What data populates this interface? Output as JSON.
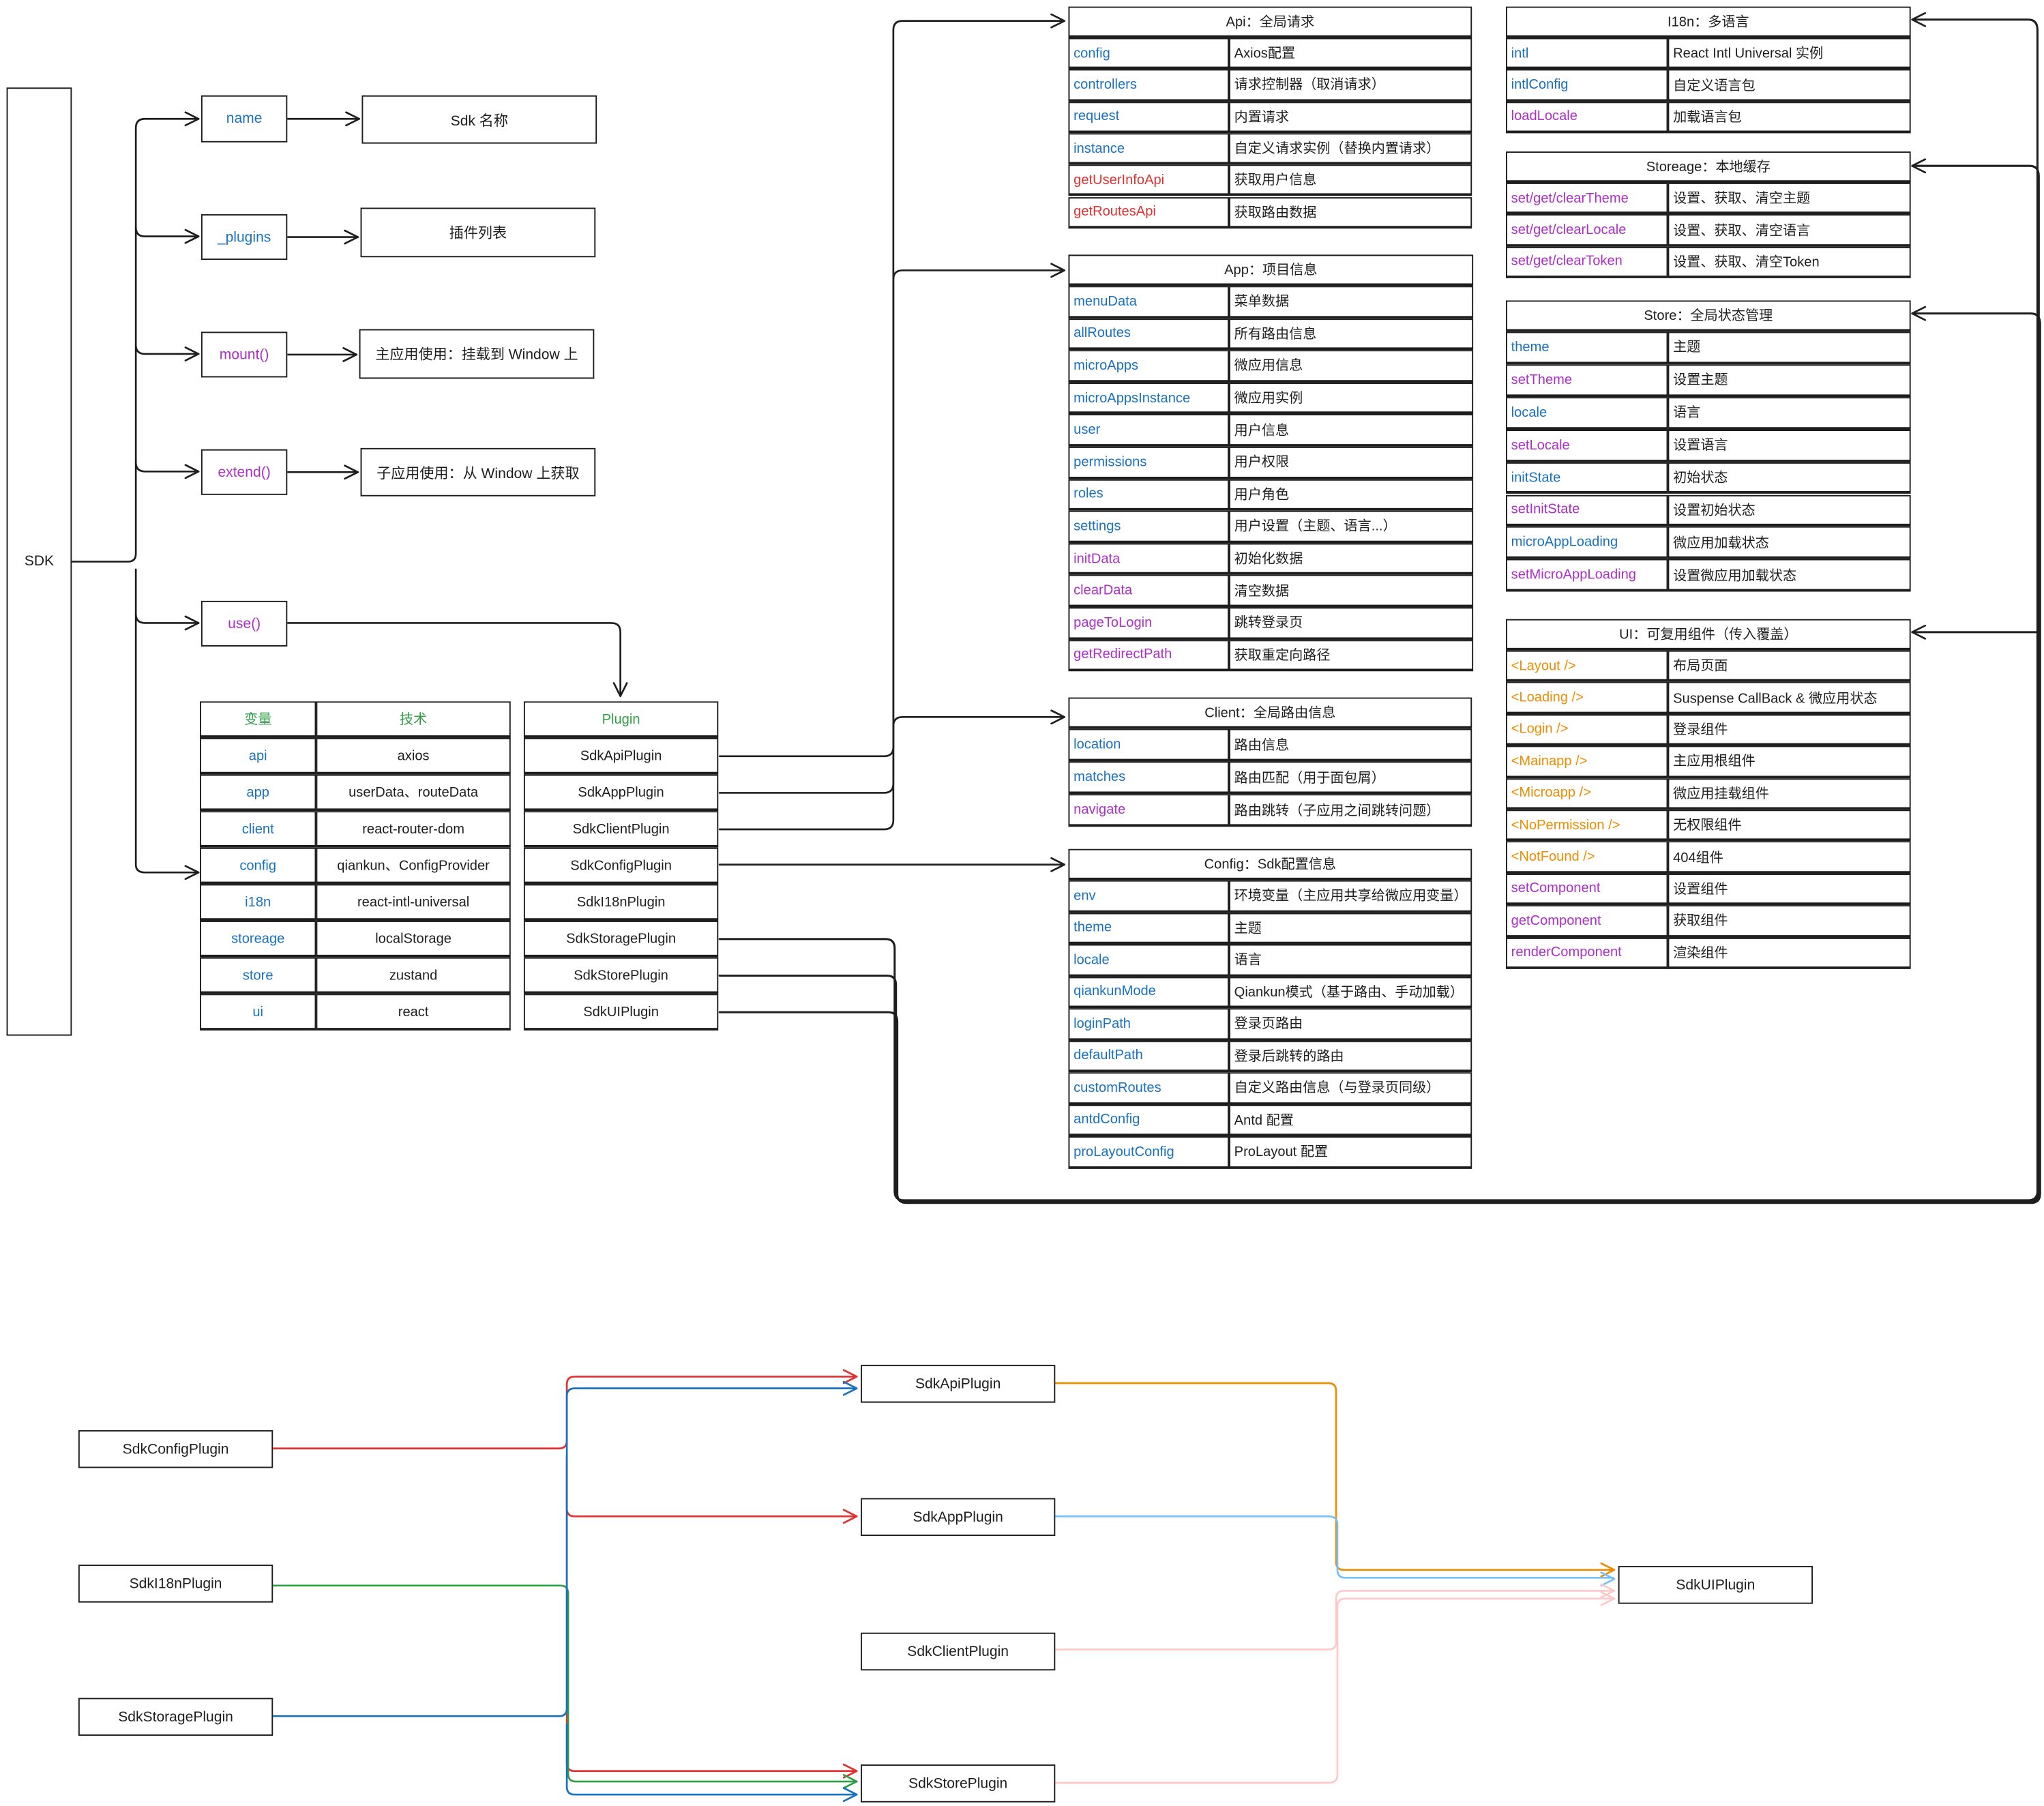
{
  "colors": {
    "blue": "#1971c2",
    "purple": "#ae2fc8",
    "red": "#e03131",
    "orange": "#f08c00",
    "green": "#2f9e44",
    "dark": "#1e1e1e",
    "lightblue": "#74c0fc",
    "pink": "#ffc9c9"
  },
  "sdk": {
    "label": "SDK"
  },
  "props": [
    {
      "name": "name",
      "color": "blue",
      "desc": "Sdk 名称"
    },
    {
      "name": "_plugins",
      "color": "blue",
      "desc": "插件列表"
    },
    {
      "name": "mount()",
      "color": "purple",
      "desc": "主应用使用：挂载到 Window 上"
    },
    {
      "name": "extend()",
      "color": "purple",
      "desc": "子应用使用：从 Window 上获取"
    },
    {
      "name": "use()",
      "color": "purple"
    }
  ],
  "vars_table": {
    "headers": {
      "var": "变量",
      "tech": "技术"
    },
    "header_color": "green",
    "rows": [
      {
        "var": "api",
        "tech": "axios"
      },
      {
        "var": "app",
        "tech": "userData、routeData"
      },
      {
        "var": "client",
        "tech": "react-router-dom"
      },
      {
        "var": "config",
        "tech": "qiankun、ConfigProvider"
      },
      {
        "var": "i18n",
        "tech": "react-intl-universal"
      },
      {
        "var": "storeage",
        "tech": "localStorage"
      },
      {
        "var": "store",
        "tech": "zustand"
      },
      {
        "var": "ui",
        "tech": "react"
      }
    ]
  },
  "plugins_table": {
    "header": "Plugin",
    "rows": [
      "SdkApiPlugin",
      "SdkAppPlugin",
      "SdkClientPlugin",
      "SdkConfigPlugin",
      "SdkI18nPlugin",
      "SdkStoragePlugin",
      "SdkStorePlugin",
      "SdkUIPlugin"
    ]
  },
  "tables": {
    "api": {
      "title": "Api：全局请求",
      "rows": [
        {
          "k": "config",
          "c": "blue",
          "v": "Axios配置"
        },
        {
          "k": "controllers",
          "c": "blue",
          "v": "请求控制器（取消请求）"
        },
        {
          "k": "request",
          "c": "blue",
          "v": "内置请求"
        },
        {
          "k": "instance",
          "c": "blue",
          "v": "自定义请求实例（替换内置请求）"
        },
        {
          "k": "getUserInfoApi",
          "c": "red",
          "v": "获取用户信息"
        },
        {
          "k": "getRoutesApi",
          "c": "red",
          "v": "获取路由数据"
        }
      ]
    },
    "app": {
      "title": "App：项目信息",
      "rows": [
        {
          "k": "menuData",
          "c": "blue",
          "v": "菜单数据"
        },
        {
          "k": "allRoutes",
          "c": "blue",
          "v": "所有路由信息"
        },
        {
          "k": "microApps",
          "c": "blue",
          "v": "微应用信息"
        },
        {
          "k": "microAppsInstance",
          "c": "blue",
          "v": "微应用实例"
        },
        {
          "k": "user",
          "c": "blue",
          "v": "用户信息"
        },
        {
          "k": "permissions",
          "c": "blue",
          "v": "用户权限"
        },
        {
          "k": "roles",
          "c": "blue",
          "v": "用户角色"
        },
        {
          "k": "settings",
          "c": "blue",
          "v": "用户设置（主题、语言...）"
        },
        {
          "k": "initData",
          "c": "purple",
          "v": "初始化数据"
        },
        {
          "k": "clearData",
          "c": "purple",
          "v": "清空数据"
        },
        {
          "k": "pageToLogin",
          "c": "purple",
          "v": "跳转登录页"
        },
        {
          "k": "getRedirectPath",
          "c": "purple",
          "v": "获取重定向路径"
        }
      ]
    },
    "client": {
      "title": "Client：全局路由信息",
      "rows": [
        {
          "k": "location",
          "c": "blue",
          "v": "路由信息"
        },
        {
          "k": "matches",
          "c": "blue",
          "v": "路由匹配（用于面包屑）"
        },
        {
          "k": "navigate",
          "c": "purple",
          "v": "路由跳转（子应用之间跳转问题）"
        }
      ]
    },
    "config": {
      "title": "Config：Sdk配置信息",
      "rows": [
        {
          "k": "env",
          "c": "blue",
          "v": "环境变量（主应用共享给微应用变量）"
        },
        {
          "k": "theme",
          "c": "blue",
          "v": "主题"
        },
        {
          "k": "locale",
          "c": "blue",
          "v": "语言"
        },
        {
          "k": "qiankunMode",
          "c": "blue",
          "v": "Qiankun模式（基于路由、手动加载）"
        },
        {
          "k": "loginPath",
          "c": "blue",
          "v": "登录页路由"
        },
        {
          "k": "defaultPath",
          "c": "blue",
          "v": "登录后跳转的路由"
        },
        {
          "k": "customRoutes",
          "c": "blue",
          "v": "自定义路由信息（与登录页同级）"
        },
        {
          "k": "antdConfig",
          "c": "blue",
          "v": "Antd 配置"
        },
        {
          "k": "proLayoutConfig",
          "c": "blue",
          "v": "ProLayout 配置"
        }
      ]
    },
    "i18n": {
      "title": "I18n：多语言",
      "rows": [
        {
          "k": "intl",
          "c": "blue",
          "v": "React Intl Universal 实例"
        },
        {
          "k": "intlConfig",
          "c": "blue",
          "v": "自定义语言包"
        },
        {
          "k": "loadLocale",
          "c": "purple",
          "v": "加载语言包"
        }
      ]
    },
    "storage": {
      "title": "Storeage：本地缓存",
      "rows": [
        {
          "k": "set/get/clearTheme",
          "c": "purple",
          "v": "设置、获取、清空主题"
        },
        {
          "k": "set/get/clearLocale",
          "c": "purple",
          "v": "设置、获取、清空语言"
        },
        {
          "k": "set/get/clearToken",
          "c": "purple",
          "v": "设置、获取、清空Token"
        }
      ]
    },
    "store": {
      "title": "Store：全局状态管理",
      "rows": [
        {
          "k": "theme",
          "c": "blue",
          "v": "主题"
        },
        {
          "k": "setTheme",
          "c": "purple",
          "v": "设置主题"
        },
        {
          "k": "locale",
          "c": "blue",
          "v": "语言"
        },
        {
          "k": "setLocale",
          "c": "purple",
          "v": "设置语言"
        },
        {
          "k": "initState",
          "c": "blue",
          "v": "初始状态"
        },
        {
          "k": "setInitState",
          "c": "purple",
          "v": "设置初始状态"
        },
        {
          "k": "microAppLoading",
          "c": "blue",
          "v": "微应用加载状态"
        },
        {
          "k": "setMicroAppLoading",
          "c": "purple",
          "v": "设置微应用加载状态"
        }
      ]
    },
    "ui": {
      "title": "UI：可复用组件（传入覆盖）",
      "rows": [
        {
          "k": "<Layout />",
          "c": "orange",
          "v": "布局页面"
        },
        {
          "k": "<Loading />",
          "c": "orange",
          "v": "Suspense CallBack & 微应用状态"
        },
        {
          "k": "<Login />",
          "c": "orange",
          "v": "登录组件"
        },
        {
          "k": "<Mainapp />",
          "c": "orange",
          "v": "主应用根组件"
        },
        {
          "k": "<Microapp />",
          "c": "orange",
          "v": "微应用挂载组件"
        },
        {
          "k": "<NoPermission />",
          "c": "orange",
          "v": "无权限组件"
        },
        {
          "k": "<NotFound />",
          "c": "orange",
          "v": "404组件"
        },
        {
          "k": "setComponent",
          "c": "purple",
          "v": "设置组件"
        },
        {
          "k": "getComponent",
          "c": "purple",
          "v": "获取组件"
        },
        {
          "k": "renderComponent",
          "c": "purple",
          "v": "渲染组件"
        }
      ]
    }
  },
  "deps": {
    "sources": [
      "SdkConfigPlugin",
      "SdkI18nPlugin",
      "SdkStoragePlugin"
    ],
    "middle": [
      "SdkApiPlugin",
      "SdkAppPlugin",
      "SdkClientPlugin",
      "SdkStorePlugin"
    ],
    "target": "SdkUIPlugin"
  }
}
